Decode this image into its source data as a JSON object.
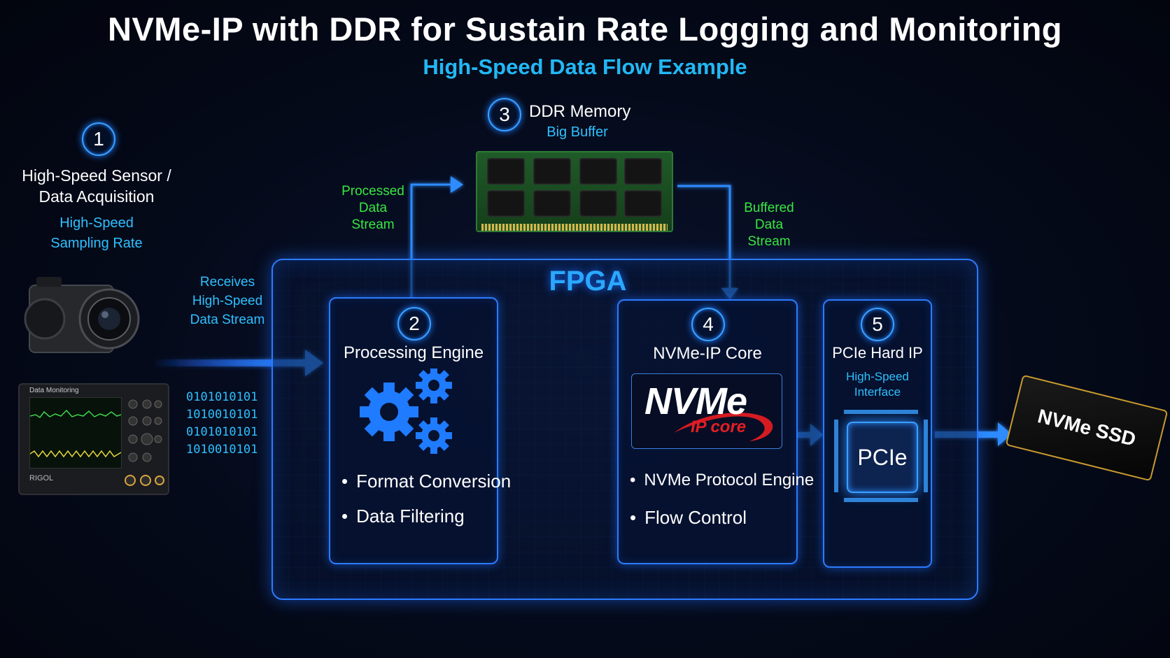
{
  "title": "NVMe-IP with DDR for Sustain Rate Logging and Monitoring",
  "subtitle": "High-Speed Data Flow Example",
  "sensor": {
    "number": "1",
    "title_line1": "High-Speed Sensor /",
    "title_line2": "Data Acquisition",
    "sub_line1": "High-Speed",
    "sub_line2": "Sampling Rate",
    "scope_header": "Data Monitoring",
    "scope_brand": "RIGOL",
    "binary": [
      "0101010101",
      "1010010101",
      "0101010101",
      "1010010101"
    ]
  },
  "receives_label": {
    "line1": "Receives",
    "line2": "High-Speed",
    "line3": "Data Stream"
  },
  "processed_label": {
    "line1": "Processed",
    "line2": "Data",
    "line3": "Stream"
  },
  "buffered_label": {
    "line1": "Buffered",
    "line2": "Data",
    "line3": "Stream"
  },
  "ddr": {
    "number": "3",
    "title": "DDR Memory",
    "subtitle": "Big Buffer"
  },
  "fpga": {
    "label": "FPGA"
  },
  "processing": {
    "number": "2",
    "title": "Processing Engine",
    "bullets": [
      "Format Conversion",
      "Data Filtering"
    ]
  },
  "nvme_core": {
    "number": "4",
    "title": "NVMe-IP Core",
    "logo_big": "NVMe",
    "logo_small": "IP core",
    "bullets": [
      "NVMe Protocol Engine",
      "Flow Control"
    ]
  },
  "pcie": {
    "number": "5",
    "title": "PCIe Hard IP",
    "sub_line1": "High-Speed",
    "sub_line2": "Interface",
    "chip_label": "PCIe"
  },
  "ssd": {
    "label": "NVMe SSD"
  },
  "colors": {
    "accent_blue": "#2c7bff",
    "cyan": "#2ec0ff",
    "green": "#39e642"
  }
}
